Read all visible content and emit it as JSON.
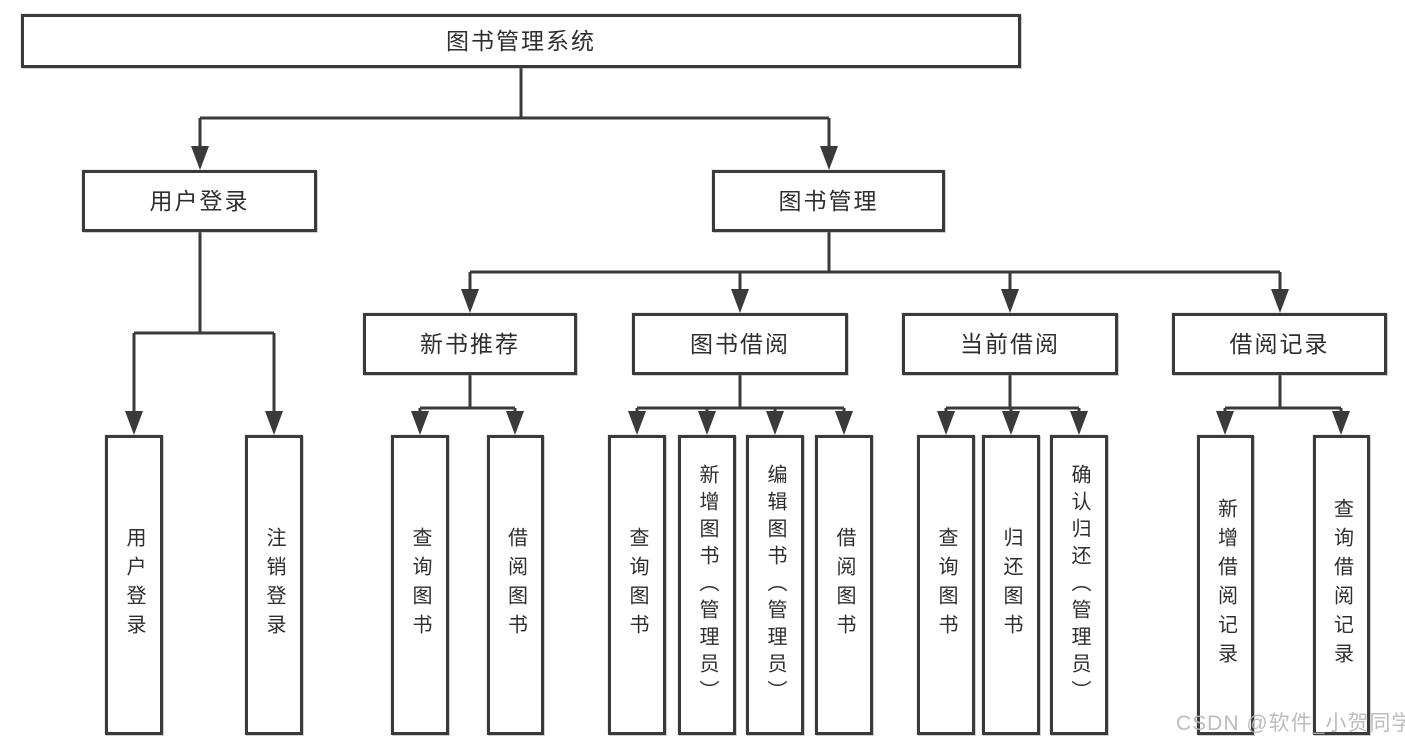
{
  "diagram": {
    "root": {
      "label": "图书管理系统"
    },
    "level2": [
      {
        "label": "用户登录"
      },
      {
        "label": "图书管理"
      }
    ],
    "level3": [
      {
        "label": "新书推荐"
      },
      {
        "label": "图书借阅"
      },
      {
        "label": "当前借阅"
      },
      {
        "label": "借阅记录"
      }
    ],
    "leaves": {
      "userLogin": [
        "用户登录",
        "注销登录"
      ],
      "newBooks": [
        "查询图书",
        "借阅图书"
      ],
      "bookBorrow": [
        "查询图书",
        "新增图书（管理员）",
        "编辑图书（管理员）",
        "借阅图书"
      ],
      "currentBorrow": [
        "查询图书",
        "归还图书",
        "确认归还（管理员）"
      ],
      "borrowRecords": [
        "新增借阅记录",
        "查询借阅记录"
      ]
    }
  },
  "watermark": "CSDN @软件_小贺同学",
  "colors": {
    "line": "#3a3a3a",
    "text": "#2e2e2e",
    "watermark": "#b5b5b5",
    "background": "#ffffff"
  }
}
